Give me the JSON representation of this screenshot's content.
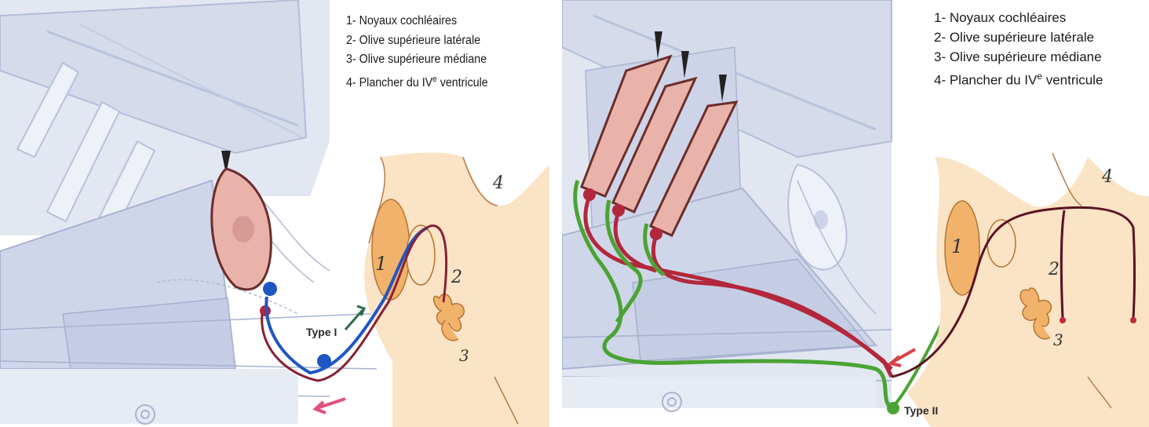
{
  "colors": {
    "bg_blue": "#d7ddec",
    "line_blue": "#aeb9d6",
    "brainstem_orange": "#fbe3c6",
    "nucleus_orange": "#f1b36c",
    "hair_cell_pink": "#eab2a9",
    "efferent_red": "#b3273c",
    "afferent_green": "#4aa333",
    "afferent_blue": "#1f56c4",
    "arrow_pink": "#e24f7c"
  },
  "left_panel": {
    "legend": [
      "1- Noyaux cochléaires",
      "2- Olive supérieure latérale",
      "3- Olive supérieure médiane",
      "4- Plancher du IVe ventricule"
    ],
    "labels": {
      "n1": "1",
      "n2": "2",
      "n3": "3",
      "n4": "4"
    },
    "fiber_label": "Type I"
  },
  "right_panel": {
    "legend": [
      "1- Noyaux cochléaires",
      "2- Olive supérieure latérale",
      "3- Olive supérieure médiane",
      "4- Plancher du IVe ventricule"
    ],
    "labels": {
      "n1": "1",
      "n2": "2",
      "n3": "3",
      "n4": "4"
    },
    "fiber_label": "Type II"
  }
}
